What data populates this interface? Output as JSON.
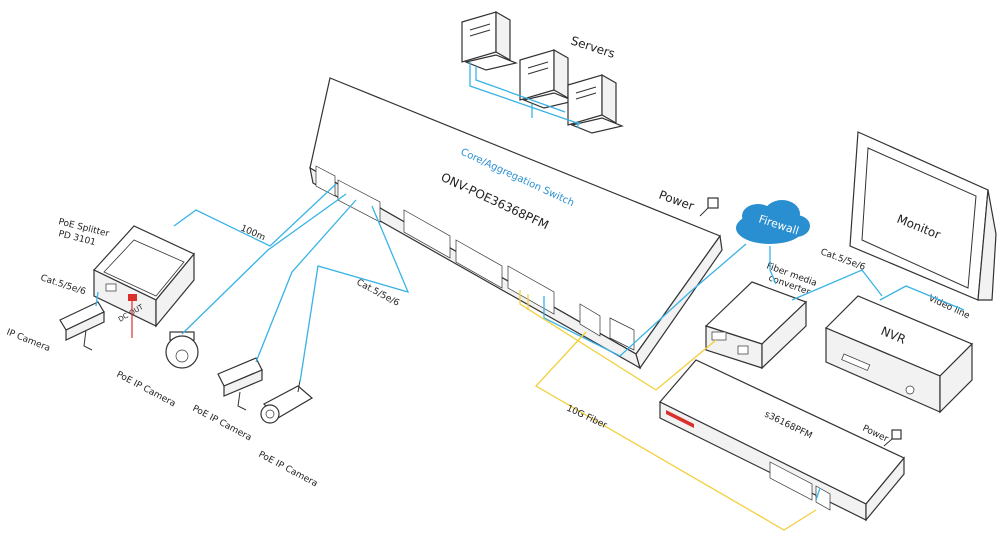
{
  "diagram": {
    "core_switch": {
      "role_label": "Core/Aggregation Switch",
      "model_label": "ONV-POE36368PFM",
      "power_label": "Power"
    },
    "servers_label": "Servers",
    "firewall_label": "Firewall",
    "monitor_label": "Monitor",
    "nvr_label": "NVR",
    "video_line_label": "Video line",
    "fiber_converter_label": "Fiber media\nconverter",
    "cat_label_right": "Cat.5/5e/6",
    "cat_label_mid": "Cat.5/5e/6",
    "cat_label_left": "Cat.5/5e/6",
    "distance_label": "100m",
    "fiber_label": "10G Fiber",
    "access_switch": {
      "model_label": "s36168PFM",
      "power_label": "Power"
    },
    "splitter_label": "PoE Splitter\nPD 3101",
    "dc_out_label": "DC OUT",
    "cameras": [
      {
        "label": "IP Camera"
      },
      {
        "label": "PoE IP Camera"
      },
      {
        "label": "PoE IP Camera"
      },
      {
        "label": "PoE IP Camera"
      }
    ],
    "colors": {
      "cat_cable": "#38b3e6",
      "fiber_cable": "#f2cf3b",
      "firewall": "#2a8fd0"
    }
  }
}
